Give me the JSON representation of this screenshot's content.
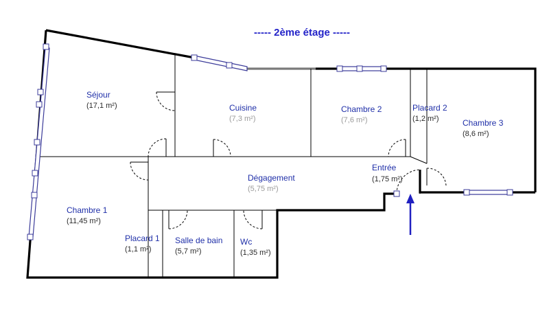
{
  "title": "-----   2ème étage   -----",
  "rooms": {
    "sejour": {
      "name": "Séjour",
      "area": "(17,1 m²)"
    },
    "cuisine": {
      "name": "Cuisine",
      "area": "(7,3 m²)"
    },
    "chambre2": {
      "name": "Chambre 2",
      "area": "(7,6 m²)"
    },
    "placard2": {
      "name": "Placard 2",
      "area": "(1,2 m²)"
    },
    "chambre3": {
      "name": "Chambre 3",
      "area": "(8,6 m²)"
    },
    "degagement": {
      "name": "Dégagement",
      "area": "(5,75 m²)"
    },
    "entree": {
      "name": "Entrée",
      "area": "(1,75 m²)"
    },
    "chambre1": {
      "name": "Chambre 1",
      "area": "(11,45 m²)"
    },
    "placard1": {
      "name": "Placard 1",
      "area": "(1,1 m²)"
    },
    "salle_de_bain": {
      "name": "Salle de bain",
      "area": "(5,7 m²)"
    },
    "wc": {
      "name": "Wc",
      "area": "(1,35 m²)"
    }
  },
  "colors": {
    "room_label": "#1f2fa8",
    "title": "#2323c8",
    "entrance_arrow": "#2020c0",
    "walls": "#000000"
  }
}
